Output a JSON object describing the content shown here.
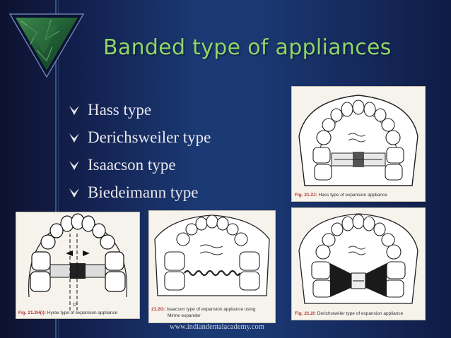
{
  "slide": {
    "title": "Banded type of appliances",
    "bullets": [
      "Hass type",
      "Derichsweiler type",
      "Isaacson type",
      "Biedeimann type"
    ],
    "figures": [
      {
        "label": "Fig. 21.2J:",
        "caption": "Hass type of expansion appliance"
      },
      {
        "label": "Fig. 21.2H(i):",
        "caption": "Hyrax type of expansion appliance",
        "marker": "D"
      },
      {
        "label": "21.2G:",
        "caption": "Isaacson type of expansion appliance using",
        "caption2": "Minne expander"
      },
      {
        "label": "Fig. 21.2I:",
        "caption": "Derichsweiler type of expansion appliance"
      }
    ],
    "footer": "www.indiandentalacademy.com",
    "colors": {
      "title": "#8fd66a",
      "bullet_text": "#e8e8ee",
      "caption_label": "#b8322a"
    }
  }
}
